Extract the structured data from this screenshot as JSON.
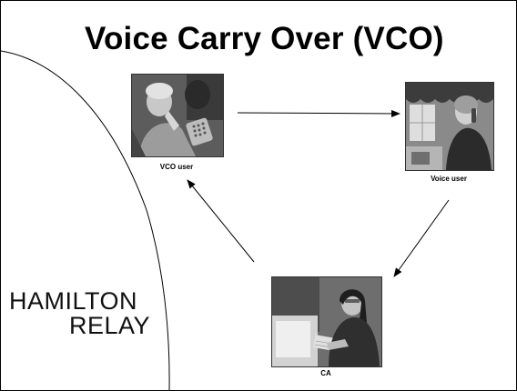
{
  "title": "Voice Carry Over (VCO)",
  "nodes": [
    {
      "label": "VCO user",
      "image": "elderly-woman-on-phone-photo"
    },
    {
      "label": "Voice user",
      "image": "woman-on-phone-photo"
    },
    {
      "label": "CA",
      "image": "woman-at-computer-photo"
    }
  ],
  "edges": [
    {
      "from": "VCO user",
      "to": "Voice user"
    },
    {
      "from": "Voice user",
      "to": "CA"
    },
    {
      "from": "CA",
      "to": "VCO user"
    }
  ],
  "logo": {
    "line1": "HAMILTON",
    "line2": "RELAY"
  }
}
